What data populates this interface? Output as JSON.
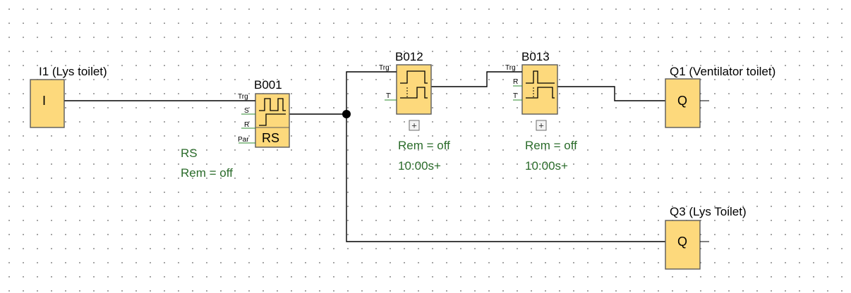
{
  "blocks": {
    "i1": {
      "name": "I1 (Lys toilet)",
      "letter": "I"
    },
    "b001": {
      "name": "B001",
      "pins": [
        "Trg",
        "S",
        "R",
        "Par"
      ],
      "symbol": "RS",
      "params": [
        "RS",
        "Rem = off"
      ]
    },
    "b012": {
      "name": "B012",
      "pins": [
        "Trg",
        "T"
      ],
      "params": [
        "Rem = off",
        "10:00s+"
      ],
      "expand": "+"
    },
    "b013": {
      "name": "B013",
      "pins": [
        "Trg",
        "R",
        "T"
      ],
      "params": [
        "Rem = off",
        "10:00s+"
      ],
      "expand": "+"
    },
    "q1": {
      "name": "Q1 (Ventilator toilet)",
      "letter": "Q"
    },
    "q3": {
      "name": "Q3 (Lys Toilet)",
      "letter": "Q"
    }
  },
  "colors": {
    "block_fill": "#fdd97c",
    "param_text": "#2a6b2a",
    "pin_open": "#2e8b2e"
  }
}
